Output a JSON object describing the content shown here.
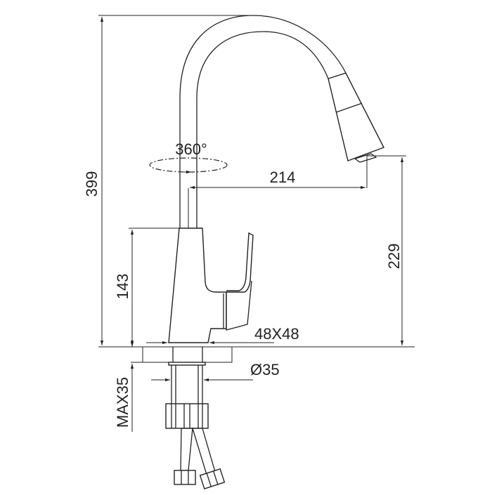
{
  "drawing": {
    "subject": "Pull-down kitchen faucet technical drawing",
    "line_color": "#222222",
    "background": "#ffffff"
  },
  "dimensions": {
    "total_height": "399",
    "rotation": "360°",
    "spout_reach": "214",
    "spout_height": "229",
    "body_height": "143",
    "base_size": "48X48",
    "shank_diameter": "Ø35",
    "max_deck_thickness": "MAX35"
  }
}
